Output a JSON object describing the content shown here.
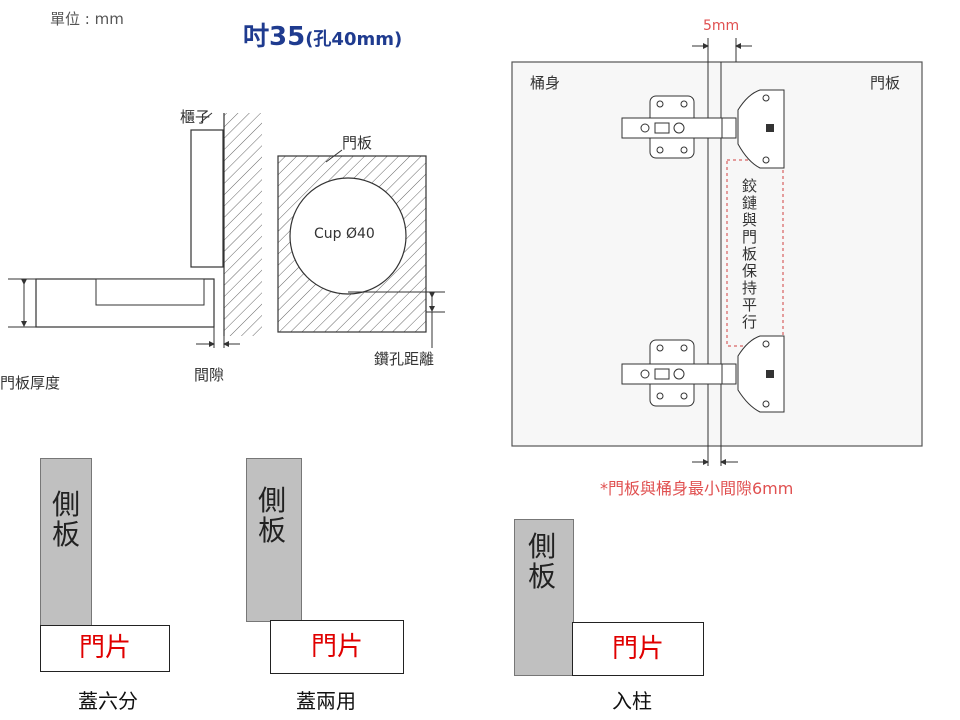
{
  "header": {
    "unit_label": "單位 : mm",
    "title_main": "吋35",
    "title_sub": "(孔40mm)"
  },
  "left_diagram": {
    "cabinet_label": "櫃子",
    "door_label": "門板",
    "cup_label": "Cup Ø40",
    "thickness_label": "門板厚度",
    "gap_label": "間隙",
    "distance_label": "鑽孔距離"
  },
  "right_diagram": {
    "body_label": "桶身",
    "door_label": "門板",
    "gap_top": "5mm",
    "parallel_note": "鉸鏈與門板保持平行",
    "min_gap_note": "*門板與桶身最小間隙6mm"
  },
  "mounting_types": [
    {
      "panel_label": "側板",
      "door_label": "門片",
      "caption": "蓋六分"
    },
    {
      "panel_label": "側板",
      "door_label": "門片",
      "caption": "蓋兩用"
    },
    {
      "panel_label": "側板",
      "door_label": "門片",
      "caption": "入柱"
    }
  ],
  "colors": {
    "title": "#1f3b8f",
    "note_red": "#e05050",
    "door_text": "#e00000",
    "panel_gray": "#c0c0c0"
  }
}
